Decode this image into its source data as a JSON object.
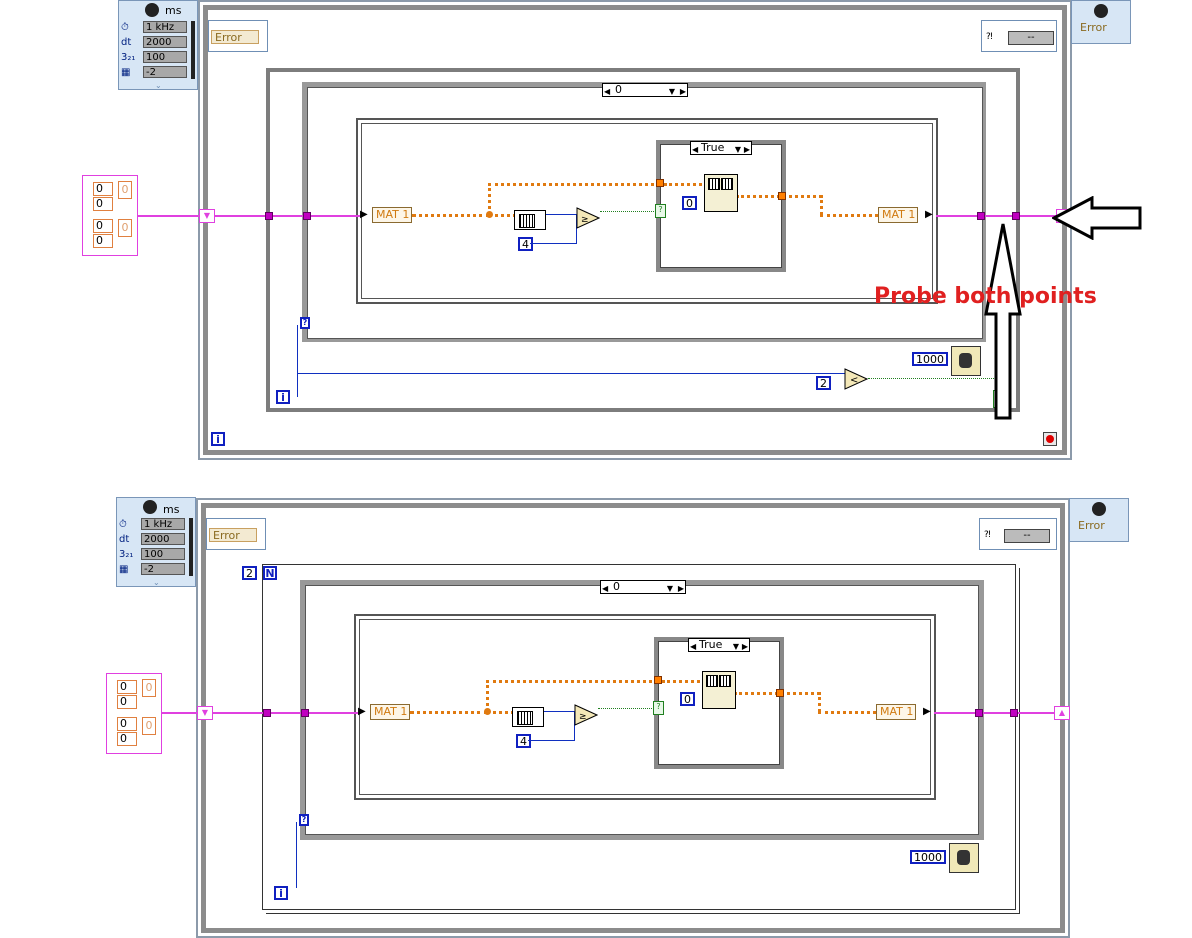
{
  "timed_loop_node": {
    "unit": "ms",
    "rows": [
      {
        "icon": "clock-icon",
        "value": "1 kHz"
      },
      {
        "label": "dt",
        "value": "2000"
      },
      {
        "label": "3₂₁",
        "value": "100"
      },
      {
        "icon": "processor-icon",
        "value": "-2"
      }
    ]
  },
  "error": {
    "label": "Error"
  },
  "dash_value": "--",
  "case_selector": {
    "value": "0"
  },
  "inner_case": {
    "value": "True"
  },
  "mat_label": "MAT 1",
  "constants": {
    "four": "4",
    "zero": "0",
    "thousand": "1000",
    "two": "2",
    "n_count": "2"
  },
  "loop_terms": {
    "iteration": "i",
    "count": "N",
    "condition": "?"
  },
  "cluster_values": [
    "0",
    "0",
    "0",
    "0",
    "0",
    "0"
  ],
  "annotation": "Probe both points"
}
